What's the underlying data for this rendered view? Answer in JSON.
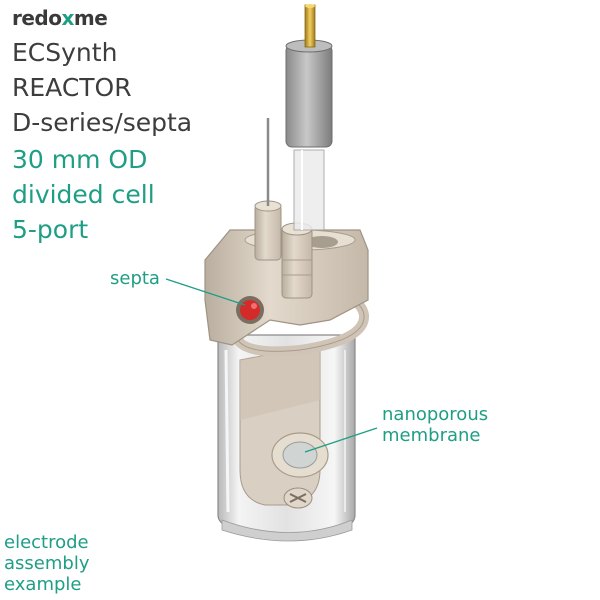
{
  "logo": {
    "prefix": "redo",
    "x": "x",
    "suffix": "me"
  },
  "title": {
    "line1": "ECSynth",
    "line2": "REACTOR",
    "line3": "D-series/septa",
    "line4": "30 mm OD",
    "line5": "divided cell",
    "line6": "5-port"
  },
  "labels": {
    "septa": "septa",
    "membrane_line1": "nanoporous",
    "membrane_line2": "membrane",
    "example_line1": "electrode",
    "example_line2": "assembly",
    "example_line3": "example"
  },
  "colors": {
    "accent": "#1f9e86",
    "text_dark": "#3d3d3d",
    "cap": "#d9cfc2",
    "septum": "#d42a2a"
  }
}
